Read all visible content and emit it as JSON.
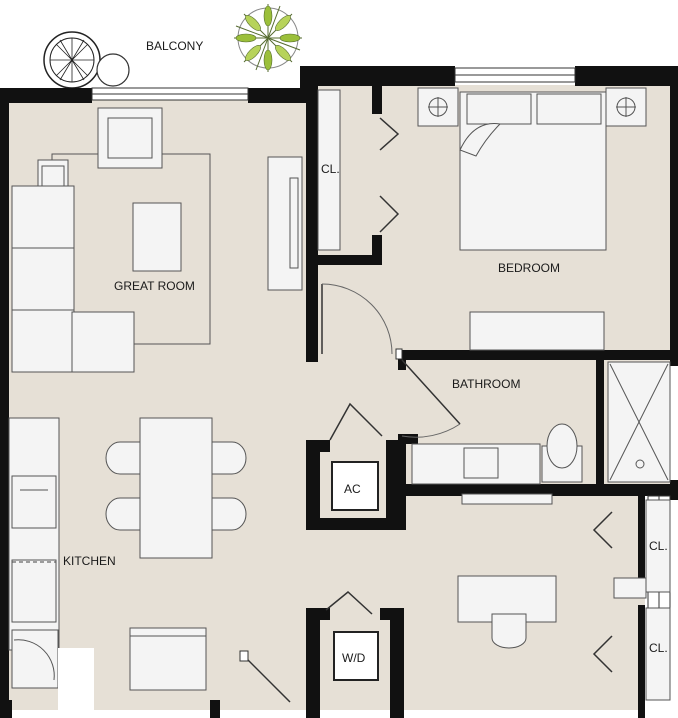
{
  "rooms": {
    "balcony": "BALCONY",
    "great_room": "GREAT ROOM",
    "bedroom": "BEDROOM",
    "closet_bedroom": "CL.",
    "bathroom": "BATHROOM",
    "ac": "AC",
    "kitchen": "KITCHEN",
    "closet_upper": "CL.",
    "closet_lower": "CL.",
    "washer_dryer": "W/D"
  },
  "colors": {
    "floor": "#e6e0d6",
    "wall": "#111111",
    "furniture": "#f4f4f4",
    "plant": "#9bbf3a"
  },
  "icons": [
    "plant-icon",
    "balcony-chair-icon",
    "balcony-table-icon",
    "lamp-icon"
  ]
}
